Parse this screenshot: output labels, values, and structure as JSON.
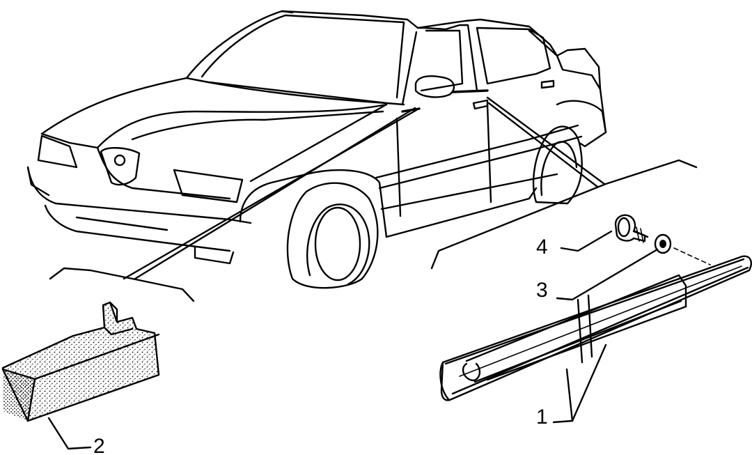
{
  "diagram": {
    "callouts": [
      {
        "id": "1",
        "label": "1"
      },
      {
        "id": "2",
        "label": "2"
      },
      {
        "id": "3",
        "label": "3"
      },
      {
        "id": "4",
        "label": "4"
      }
    ],
    "colors": {
      "ink": "#000000",
      "paper": "#ffffff"
    },
    "icons": [
      "sedan-car-drawing",
      "foam-insulation-block",
      "side-moulding-strip",
      "retaining-clip",
      "washer"
    ]
  }
}
